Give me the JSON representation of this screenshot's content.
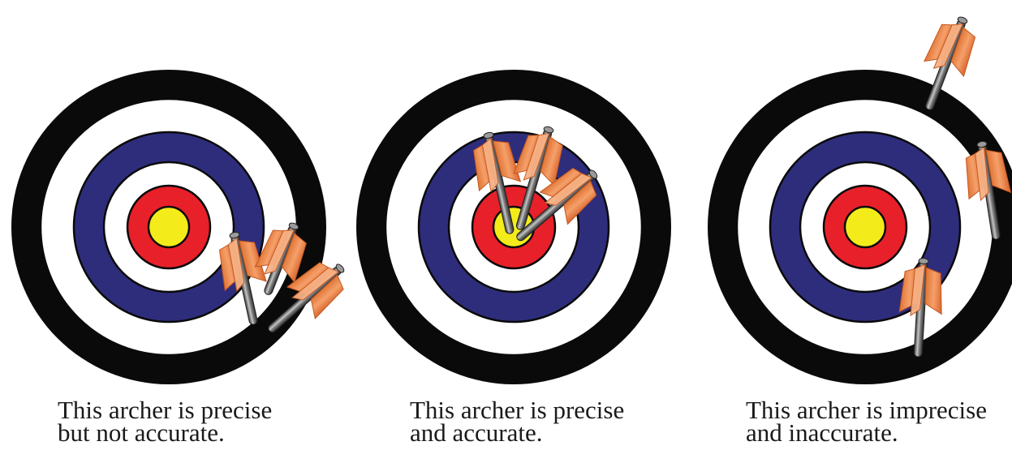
{
  "colors": {
    "outer_ring": "#0a0a0a",
    "white_ring": "#ffffff",
    "blue_ring": "#2e2d7c",
    "red_ring": "#e8202a",
    "bullseye": "#f4ec1a",
    "fletching": "#f08a4b",
    "shaft": "#555555"
  },
  "panels": [
    {
      "caption_line1": "This archer is precise",
      "caption_line2": "but not accurate."
    },
    {
      "caption_line1": "This archer is precise",
      "caption_line2": "and accurate."
    },
    {
      "caption_line1": "This archer is imprecise",
      "caption_line2": "and inaccurate."
    }
  ]
}
